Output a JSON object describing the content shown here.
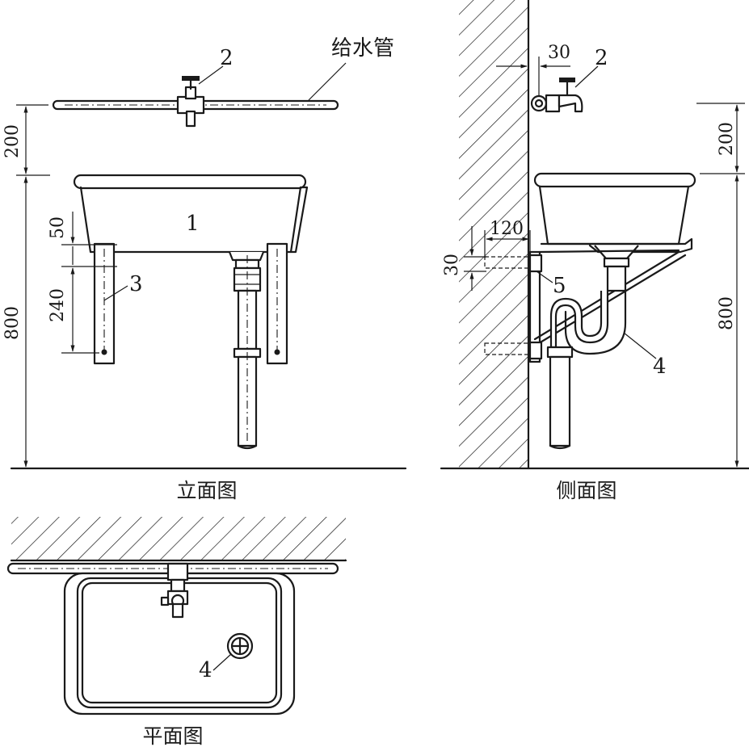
{
  "labels": {
    "supply_pipe": "给水管",
    "part_1": "1",
    "part_2": "2",
    "part_3": "3",
    "part_4": "4",
    "part_5": "5"
  },
  "dims": {
    "d200": "200",
    "d800": "800",
    "d50": "50",
    "d240": "240",
    "d30": "30",
    "d120": "120"
  },
  "captions": {
    "front": "立面图",
    "side": "侧面图",
    "plan": "平面图"
  }
}
